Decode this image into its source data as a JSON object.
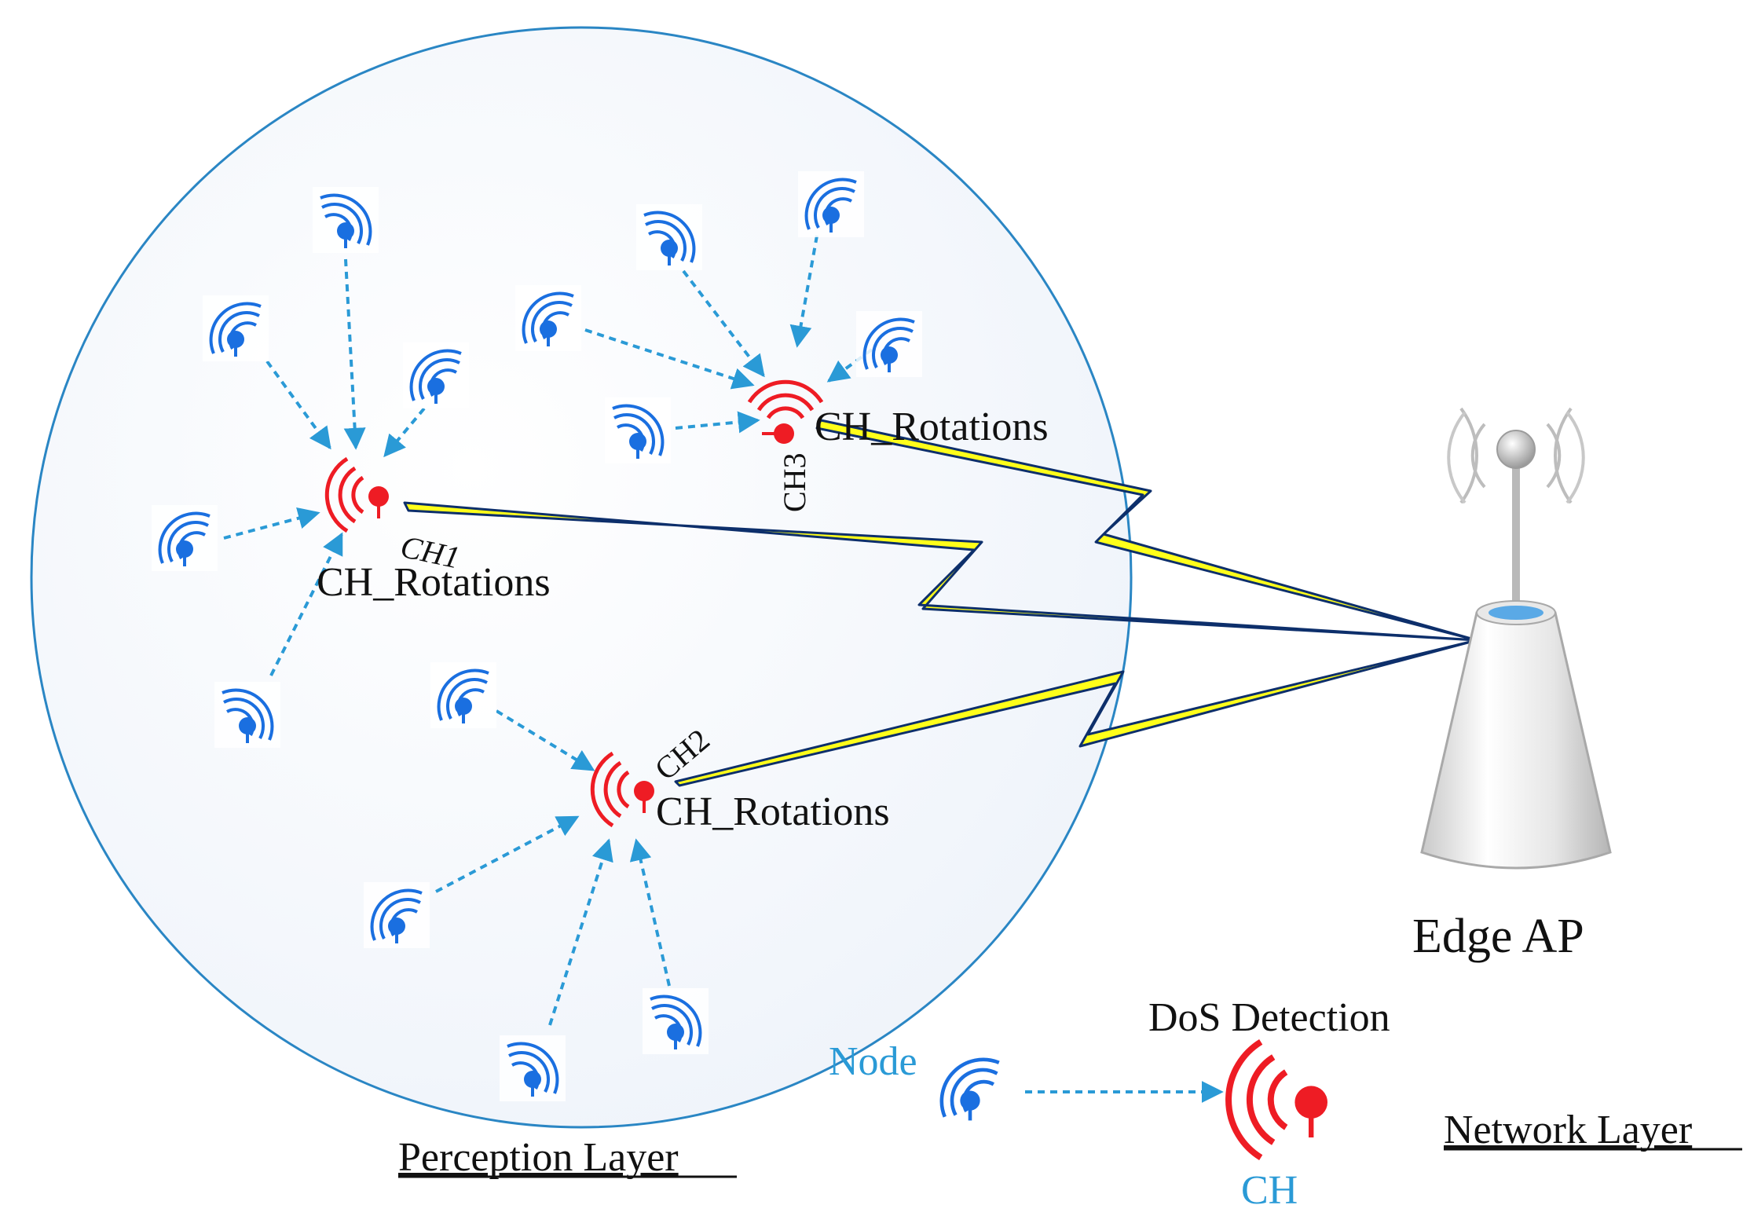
{
  "labels": {
    "ch1": "CH1",
    "ch2": "CH2",
    "ch3": "CH3",
    "rotations_ch1": "CH_Rotations",
    "rotations_ch2": "CH_Rotations",
    "rotations_ch3": "CH_Rotations",
    "edge_ap": "Edge AP",
    "dos_detection": "DoS Detection",
    "legend_node": "Node",
    "legend_ch": "CH",
    "perception_layer": "Perception Layer",
    "network_layer": "Network Layer"
  },
  "colors": {
    "node": "#1a6fe0",
    "cluster_head": "#ee1c24",
    "arrow": "#2a9ad6",
    "circle_outline": "#2a86c4",
    "lightning_fill": "#ffff1a",
    "lightning_stroke": "#0d2f6b",
    "legend_text": "#2a9ad6"
  },
  "icons": {
    "member_node": "wifi-node-icon",
    "cluster_head": "cluster-head-icon",
    "access_point": "edge-ap-tower-icon",
    "wireless_link": "lightning-link-icon"
  }
}
